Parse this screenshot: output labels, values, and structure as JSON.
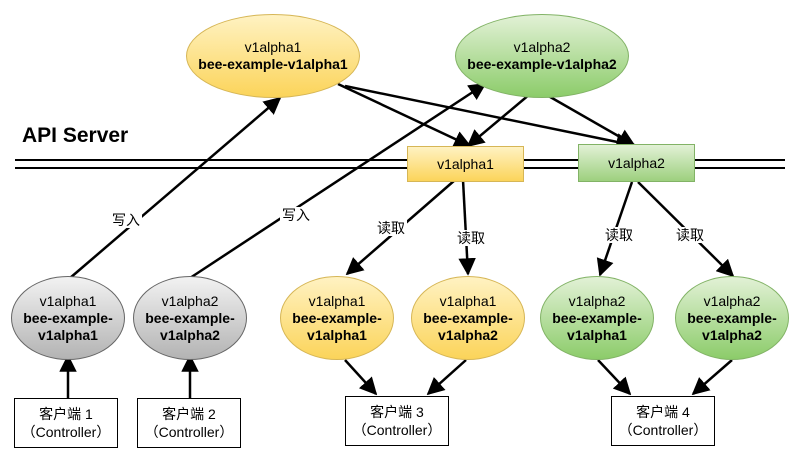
{
  "api_server_label": "API Server",
  "versions": {
    "v1alpha1": {
      "version": "v1alpha1",
      "name": "bee-example-v1alpha1"
    },
    "v1alpha2": {
      "version": "v1alpha2",
      "name": "bee-example-v1alpha2"
    }
  },
  "api_endpoints": {
    "v1alpha1": "v1alpha1",
    "v1alpha2": "v1alpha2"
  },
  "edge_labels": {
    "write": "写入",
    "read": "读取"
  },
  "client_objects": [
    {
      "version": "v1alpha1",
      "line1": "bee-example-",
      "line2": "v1alpha1"
    },
    {
      "version": "v1alpha2",
      "line1": "bee-example-",
      "line2": "v1alpha2"
    },
    {
      "version": "v1alpha1",
      "line1": "bee-example-",
      "line2": "v1alpha1"
    },
    {
      "version": "v1alpha1",
      "line1": "bee-example-",
      "line2": "v1alpha2"
    },
    {
      "version": "v1alpha2",
      "line1": "bee-example-",
      "line2": "v1alpha1"
    },
    {
      "version": "v1alpha2",
      "line1": "bee-example-",
      "line2": "v1alpha2"
    }
  ],
  "clients": [
    {
      "name": "客户端 1",
      "role": "（Controller）"
    },
    {
      "name": "客户端 2",
      "role": "（Controller）"
    },
    {
      "name": "客户端 3",
      "role": "（Controller）"
    },
    {
      "name": "客户端 4",
      "role": "（Controller）"
    }
  ],
  "colors": {
    "yellow_fill": "#fbd45a",
    "yellow_stroke": "#d6b656",
    "green_fill": "#8ccc6a",
    "green_stroke": "#82b366",
    "gray_fill": "#b3b3b3",
    "gray_stroke": "#666666"
  }
}
